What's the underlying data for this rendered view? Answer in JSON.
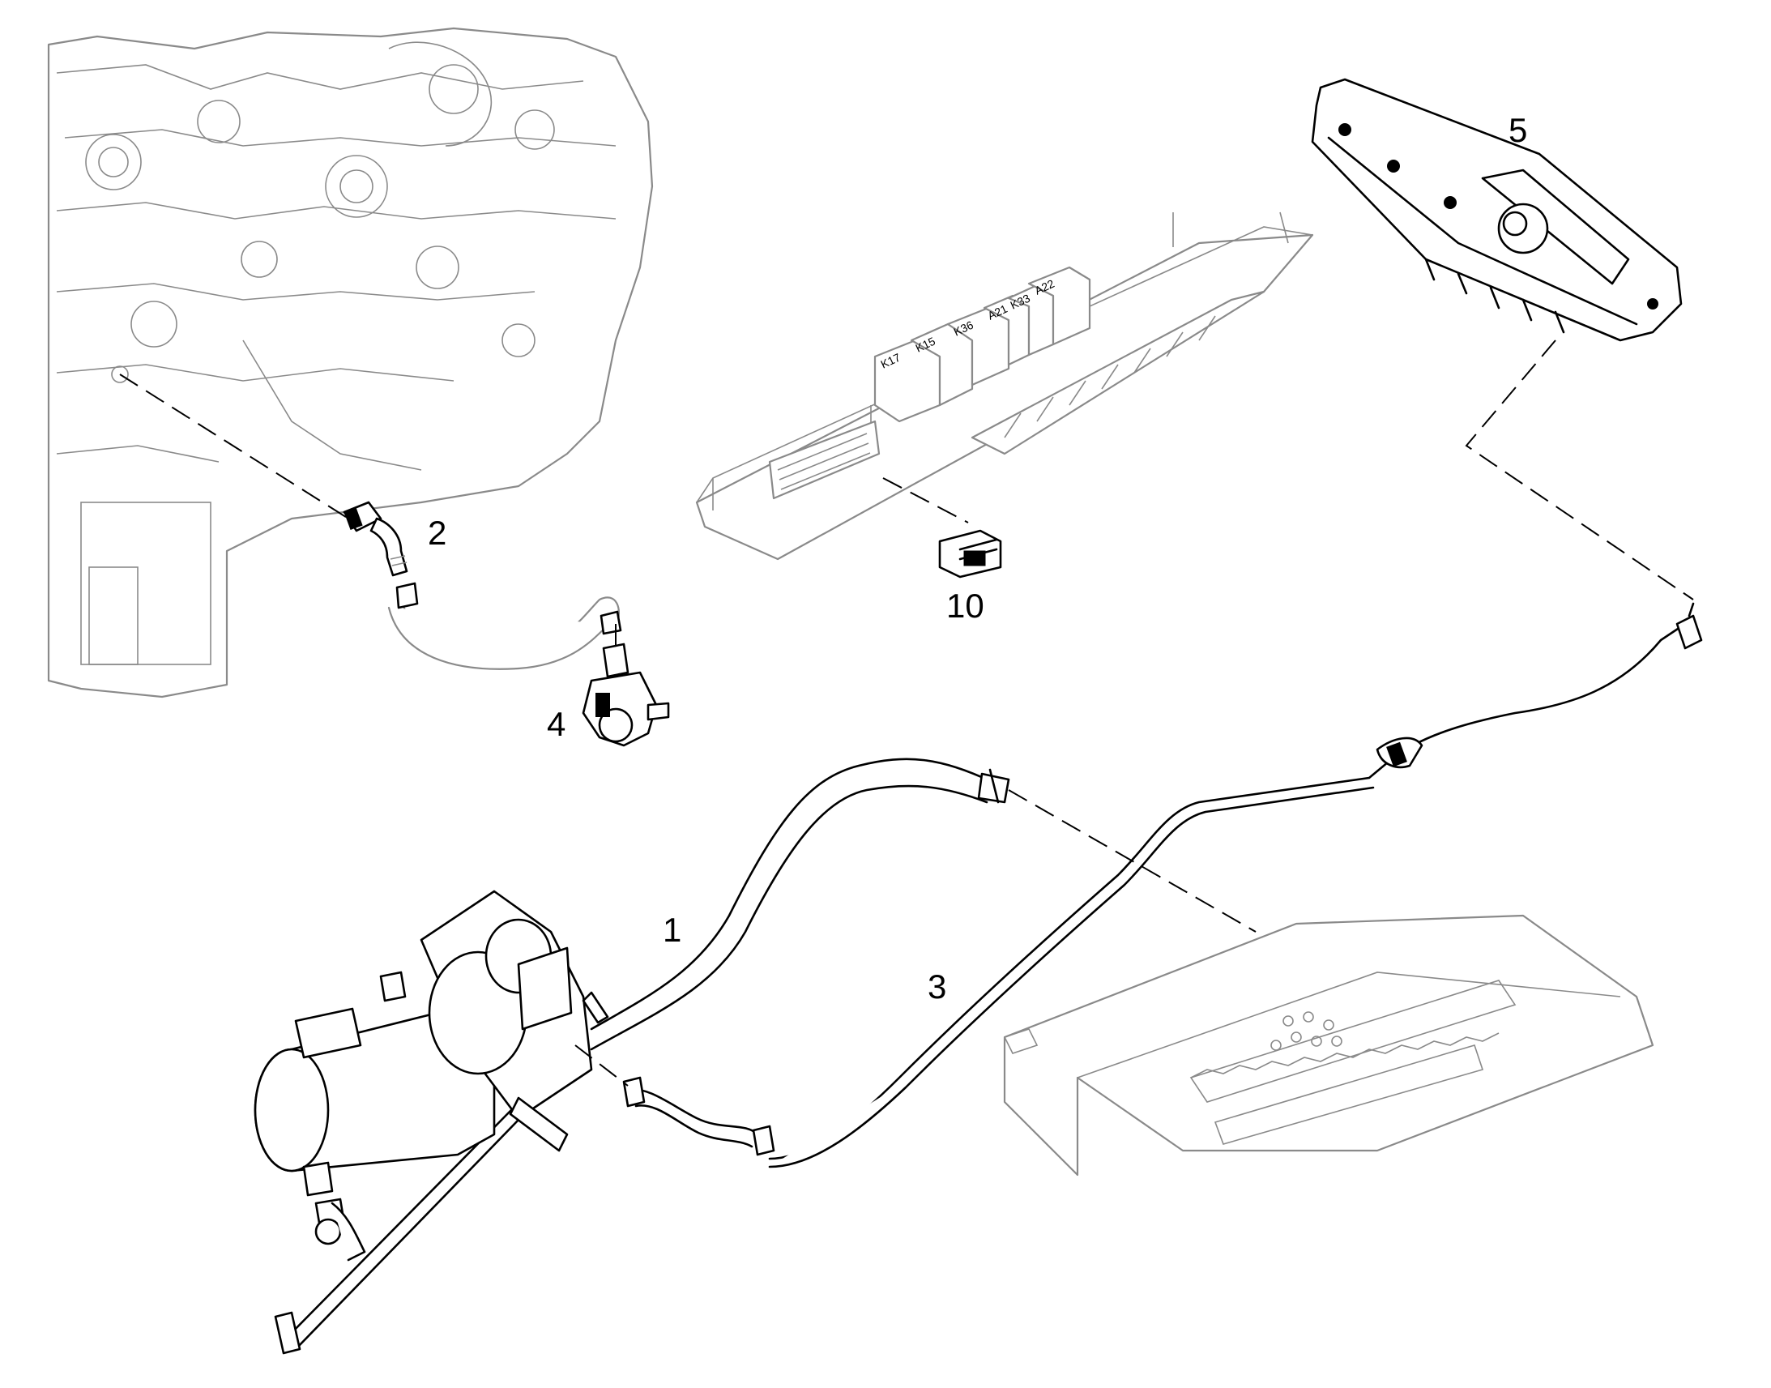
{
  "callouts": {
    "item_1": "1",
    "item_2": "2",
    "item_3": "3",
    "item_4": "4",
    "item_5": "5",
    "item_10": "10"
  },
  "relay_labels": [
    "K17",
    "K15",
    "K36",
    "A21",
    "K33",
    "A22"
  ]
}
